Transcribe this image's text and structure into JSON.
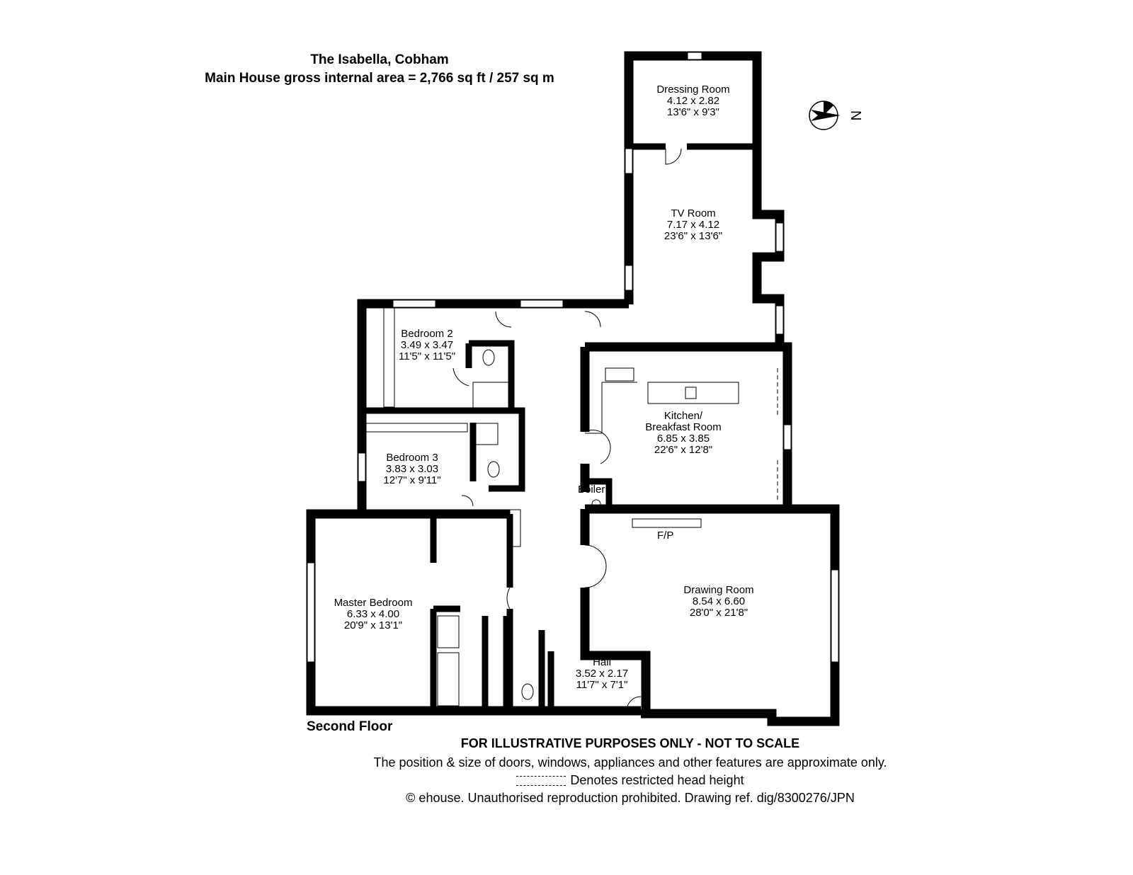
{
  "header": {
    "title": "The Isabella, Cobham",
    "subtitle": "Main House gross internal area = 2,766 sq ft / 257 sq m"
  },
  "compass": {
    "label": "N",
    "icon": "north-arrow-icon"
  },
  "rooms": {
    "dressing": {
      "name": "Dressing Room",
      "metric": "4.12 x 2.82",
      "imperial": "13'6\" x 9'3\""
    },
    "tv": {
      "name": "TV Room",
      "metric": "7.17 x 4.12",
      "imperial": "23'6\" x 13'6\""
    },
    "bed2": {
      "name": "Bedroom 2",
      "metric": "3.49 x 3.47",
      "imperial": "11'5\" x 11'5\""
    },
    "kitchen": {
      "name": "Kitchen/",
      "name2": "Breakfast Room",
      "metric": "6.85 x 3.85",
      "imperial": "22'6\" x 12'8\""
    },
    "bed3": {
      "name": "Bedroom 3",
      "metric": "3.83 x 3.03",
      "imperial": "12'7\" x 9'11\""
    },
    "master": {
      "name": "Master Bedroom",
      "metric": "6.33 x 4.00",
      "imperial": "20'9\" x 13'1\""
    },
    "drawing": {
      "name": "Drawing Room",
      "metric": "8.54 x 6.60",
      "imperial": "28'0\" x 21'8\""
    },
    "hall": {
      "name": "Hall",
      "metric": "3.52 x 2.17",
      "imperial": "11'7\" x 7'1\""
    }
  },
  "labels": {
    "boiler": "Boiler",
    "fireplace": "F/P"
  },
  "floor_label": "Second Floor",
  "footer": {
    "disclaimer": "FOR ILLUSTRATIVE PURPOSES ONLY - NOT TO SCALE",
    "note": "The position & size of doors, windows, appliances and other features are approximate only.",
    "legend": "Denotes restricted head height",
    "copyright": "© ehouse. Unauthorised reproduction prohibited. Drawing ref. dig/8300276/JPN"
  }
}
